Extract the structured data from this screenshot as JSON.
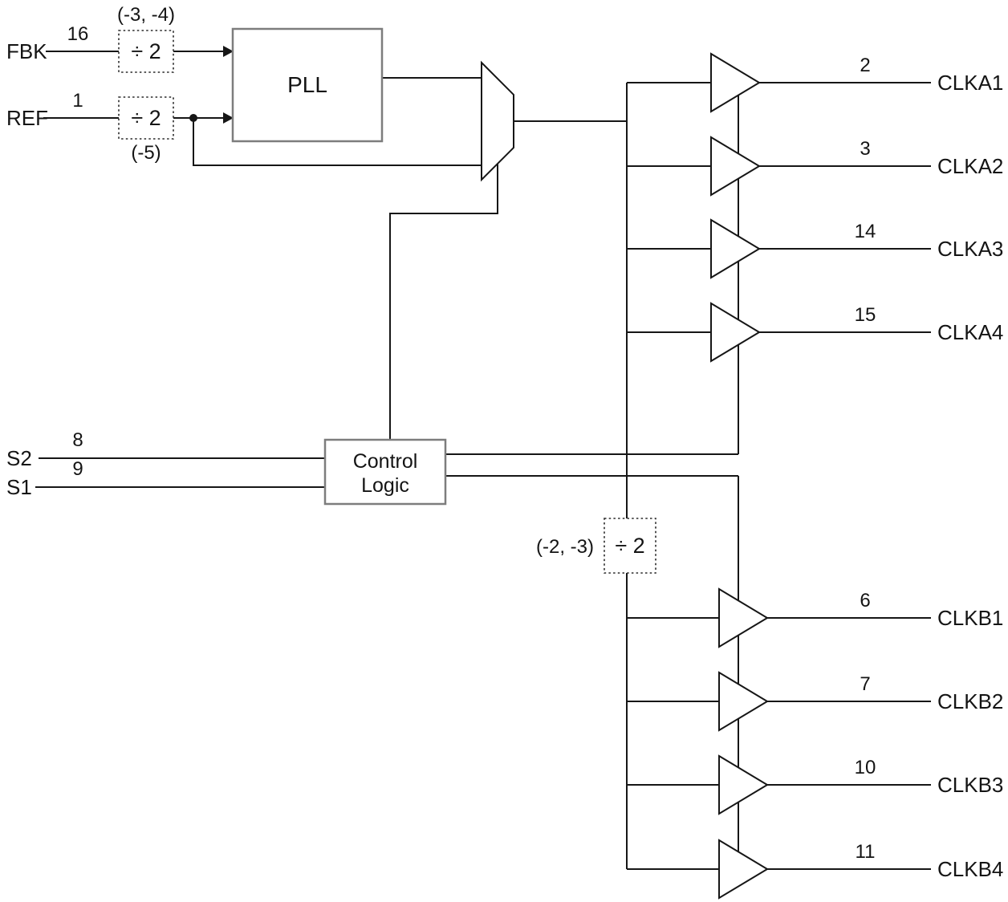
{
  "inputs": {
    "fbk": {
      "label": "FBK",
      "pin": "16"
    },
    "ref": {
      "label": "REF",
      "pin": "1"
    },
    "s2": {
      "label": "S2",
      "pin": "8"
    },
    "s1": {
      "label": "S1",
      "pin": "9"
    }
  },
  "blocks": {
    "pll": {
      "label": "PLL"
    },
    "control_logic": {
      "line1": "Control",
      "line2": "Logic"
    }
  },
  "dividers": {
    "fbk": {
      "label": "÷ 2",
      "note": "(-3, -4)"
    },
    "ref": {
      "label": "÷ 2",
      "note": "(-5)"
    },
    "bank_b": {
      "label": "÷ 2",
      "note": "(-2, -3)"
    }
  },
  "outputs": {
    "bank_a": [
      {
        "label": "CLKA1",
        "pin": "2"
      },
      {
        "label": "CLKA2",
        "pin": "3"
      },
      {
        "label": "CLKA3",
        "pin": "14"
      },
      {
        "label": "CLKA4",
        "pin": "15"
      }
    ],
    "bank_b": [
      {
        "label": "CLKB1",
        "pin": "6"
      },
      {
        "label": "CLKB2",
        "pin": "7"
      },
      {
        "label": "CLKB3",
        "pin": "10"
      },
      {
        "label": "CLKB4",
        "pin": "11"
      }
    ]
  },
  "colors": {
    "line": "#161616",
    "block_border": "#7d7d7d",
    "background": "#ffffff"
  }
}
